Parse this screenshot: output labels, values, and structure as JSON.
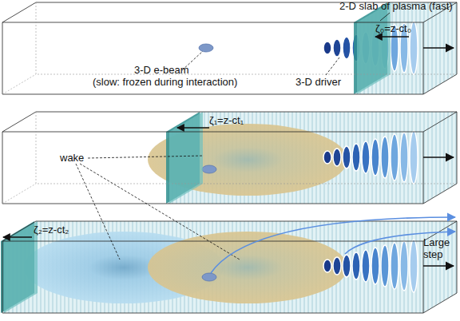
{
  "diagram": {
    "labels": [
      "2-D slab of plasma (fast)",
      "ζ₀=z-ct₀",
      "3-D e-beam",
      "(slow: frozen during interaction)",
      "3-D driver",
      "ζ₁=z-ct₁",
      "wake",
      "ζ₂=z-ct₂",
      "Large step"
    ]
  }
}
